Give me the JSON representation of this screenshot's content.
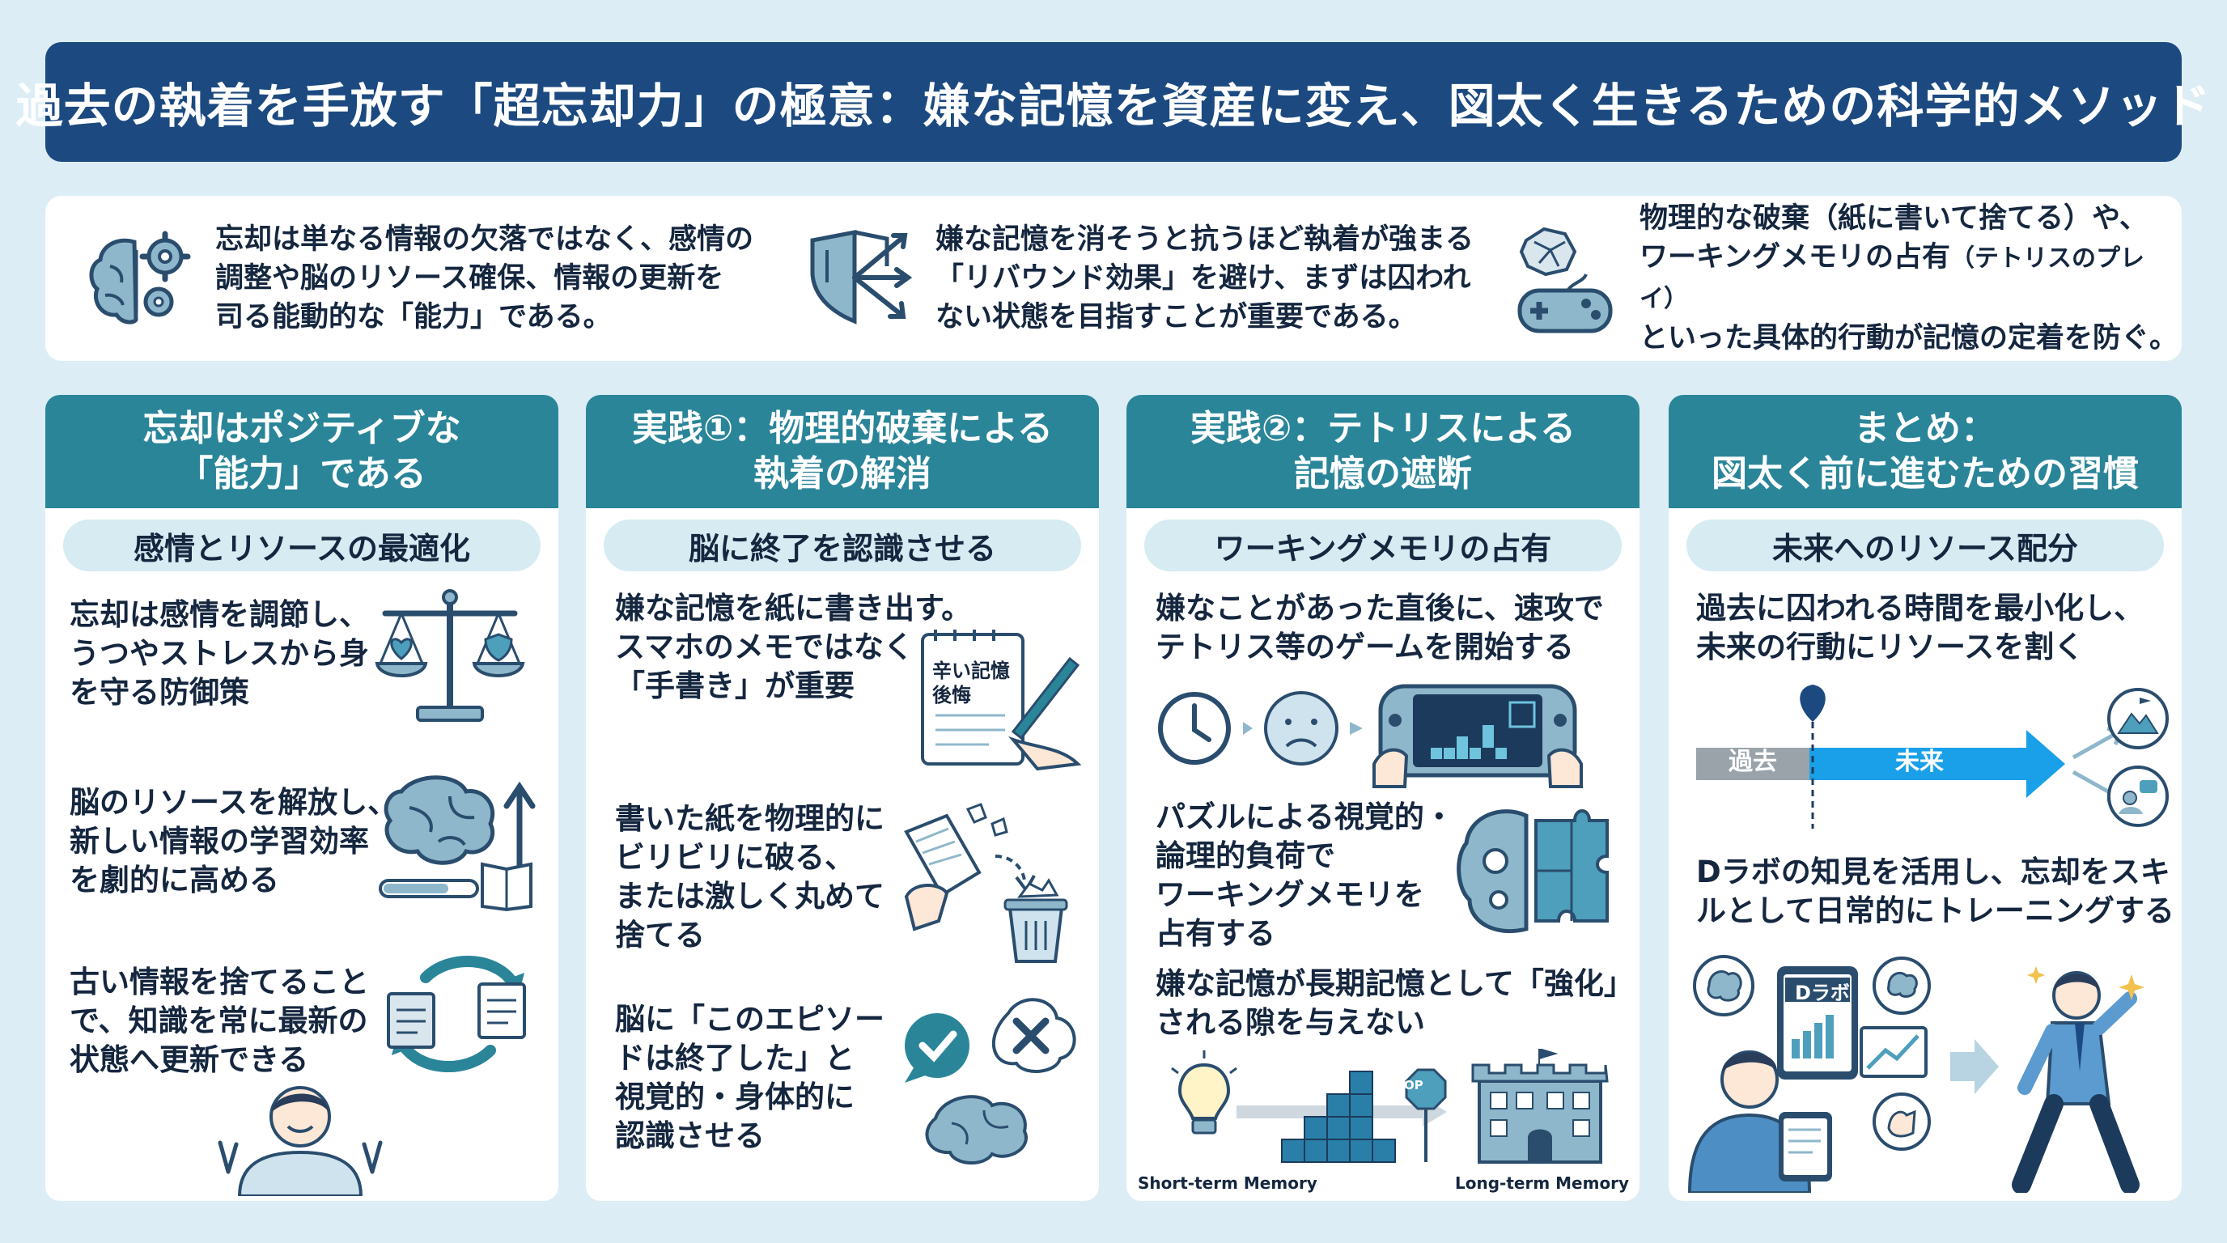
{
  "title": "過去の執着を手放す「超忘却力」の極意：嫌な記憶を資産に変え、図太く生きるための科学的メソッド",
  "summary": [
    {
      "lines": [
        "忘却は単なる情報の欠落ではなく、感情の",
        "調整や脳のリソース確保、情報の更新を",
        "司る能動的な「能力」である。"
      ]
    },
    {
      "lines": [
        "嫌な記憶を消そうと抗うほど執着が強まる",
        "「リバウンド効果」を避け、まずは囚われ",
        "ない状態を目指すことが重要である。"
      ]
    },
    {
      "line1": "物理的な破棄（紙に書いて捨てる）や、",
      "line2a": "ワーキングメモリの占有",
      "line2b": "（テトリスのプレイ）",
      "line3": "といった具体的行動が記憶の定着を防ぐ。"
    }
  ],
  "columns": [
    {
      "title": [
        "忘却はポジティブな",
        "「能力」である"
      ],
      "pill": "感情とリソースの最適化",
      "blocks": [
        [
          "忘却は感情を調節し、",
          "うつやストレスから身",
          "を守る防御策"
        ],
        [
          "脳のリソースを解放し、",
          "新しい情報の学習効率",
          "を劇的に高める"
        ],
        [
          "古い情報を捨てること",
          "で、知識を常に最新の",
          "状態へ更新できる"
        ]
      ]
    },
    {
      "title": [
        "実践①：物理的破棄による",
        "執着の解消"
      ],
      "pill": "脳に終了を認識させる",
      "blocks": [
        [
          "嫌な記憶を紙に書き出す。",
          "スマホのメモではなく",
          "「手書き」が重要"
        ],
        [
          "書いた紙を物理的に",
          "ビリビリに破る、",
          "または激しく丸めて",
          "捨てる"
        ],
        [
          "脳に「このエピソー",
          "ドは終了した」と",
          "視覚的・身体的に",
          "認識させる"
        ]
      ],
      "note_lines": [
        "辛い記憶",
        "後悔"
      ]
    },
    {
      "title": [
        "実践②：テトリスによる",
        "記憶の遮断"
      ],
      "pill": "ワーキングメモリの占有",
      "blocks": [
        [
          "嫌なことがあった直後に、速攻で",
          "テトリス等のゲームを開始する"
        ],
        [
          "パズルによる視覚的・",
          "論理的負荷で",
          "ワーキングメモリを",
          "占有する"
        ],
        [
          "嫌な記憶が長期記憶として「強化」",
          "される隙を与えない"
        ]
      ],
      "stop_label": "STOP",
      "short_term": "Short-term Memory",
      "long_term": "Long-term Memory"
    },
    {
      "title": [
        "まとめ：",
        "図太く前に進むための習慣"
      ],
      "pill": "未来へのリソース配分",
      "blocks": [
        [
          "過去に囚われる時間を最小化し、",
          "未来の行動にリソースを割く"
        ],
        [
          "Dラボの知見を活用し、忘却をスキ",
          "ルとして日常的にトレーニングする"
        ]
      ],
      "past": "過去",
      "future": "未来",
      "dlabo": "Dラボ"
    }
  ],
  "colors": {
    "title_bg": "#1c4a80",
    "header_bg": "#2a8599",
    "pill_bg": "#d6ebf2",
    "icon_fill": "#8fb7cb",
    "icon_stroke": "#2a4d6e",
    "future_arrow": "#1aa0e8"
  }
}
